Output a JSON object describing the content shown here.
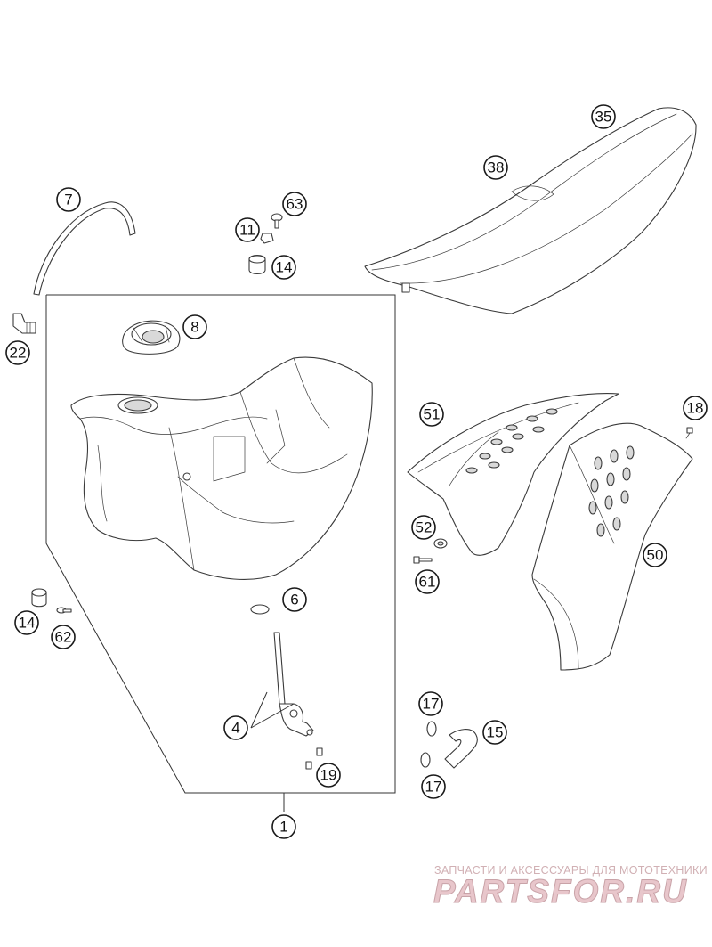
{
  "callouts": {
    "c35": "35",
    "c38": "38",
    "c7": "7",
    "c63": "63",
    "c11": "11",
    "c14a": "14",
    "c8": "8",
    "c22": "22",
    "c51": "51",
    "c18": "18",
    "c52": "52",
    "c61": "61",
    "c50": "50",
    "c6": "6",
    "c14b": "14",
    "c62": "62",
    "c4": "4",
    "c17a": "17",
    "c15": "15",
    "c19": "19",
    "c17b": "17",
    "c1": "1"
  },
  "watermark": {
    "caption": "ЗАПЧАСТИ И АКСЕССУАРЫ ДЛЯ МОТОТЕХНИКИ",
    "logo": "PARTSFOR.RU"
  },
  "colors": {
    "line": "#3a3a3a",
    "watermark_caption": "#d1b0b4",
    "watermark_logo": "#e8c6cb"
  }
}
